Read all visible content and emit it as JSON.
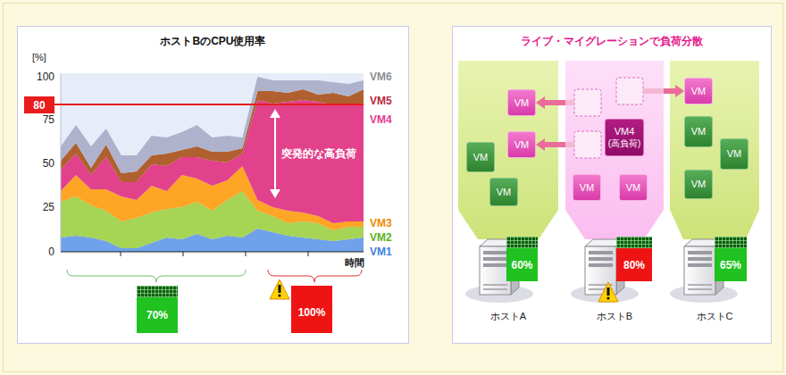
{
  "diagram": {
    "nodes": [
      {
        "text": [
          "ホストBのCPU使用率"
        ]
      },
      {
        "text": [
          "80"
        ],
        "in": 0
      },
      {
        "text": [
          "70%"
        ],
        "in": 0
      },
      {
        "text": [
          "100%"
        ],
        "in": 0
      },
      {
        "text": [
          "ライブ・マイグレーションで負荷分散"
        ]
      },
      {
        "text": [
          "ホストA"
        ],
        "in": 4
      },
      {
        "text": [
          "ホストB"
        ],
        "in": 4
      },
      {
        "text": [
          "ホストC"
        ],
        "in": 4
      },
      {
        "text": [
          "VM"
        ],
        "in": 5
      },
      {
        "text": [
          "VM"
        ],
        "in": 5
      },
      {
        "text": [
          "VM"
        ],
        "in": 5
      },
      {
        "text": [
          "VM"
        ],
        "in": 5
      },
      {
        "text": [
          "VM4",
          "(高負荷)"
        ],
        "in": 6
      },
      {
        "text": [
          "VM"
        ],
        "in": 6
      },
      {
        "text": [
          "VM"
        ],
        "in": 6
      },
      {
        "text": [
          "VM"
        ],
        "in": 7
      },
      {
        "text": [
          "VM"
        ],
        "in": 7
      },
      {
        "text": [
          "VM"
        ],
        "in": 7
      },
      {
        "text": [
          "VM"
        ],
        "in": 7
      },
      {
        "text": [
          "60%"
        ],
        "in": 4
      },
      {
        "text": [
          "80%"
        ],
        "in": 4
      },
      {
        "text": [
          "65%"
        ],
        "in": 4
      }
    ],
    "edges": [
      {
        "from": 6,
        "to": 8,
        "arrow": "to"
      },
      {
        "from": 6,
        "to": 9,
        "arrow": "to"
      },
      {
        "from": 6,
        "to": 15,
        "arrow": "to"
      }
    ],
    "labels": [
      "[%]",
      "100",
      "75",
      "50",
      "25",
      "0",
      "VM6",
      "VM5",
      "VM4",
      "VM3",
      "VM2",
      "VM1",
      "突発的な高負荷",
      "時間"
    ]
  }
}
